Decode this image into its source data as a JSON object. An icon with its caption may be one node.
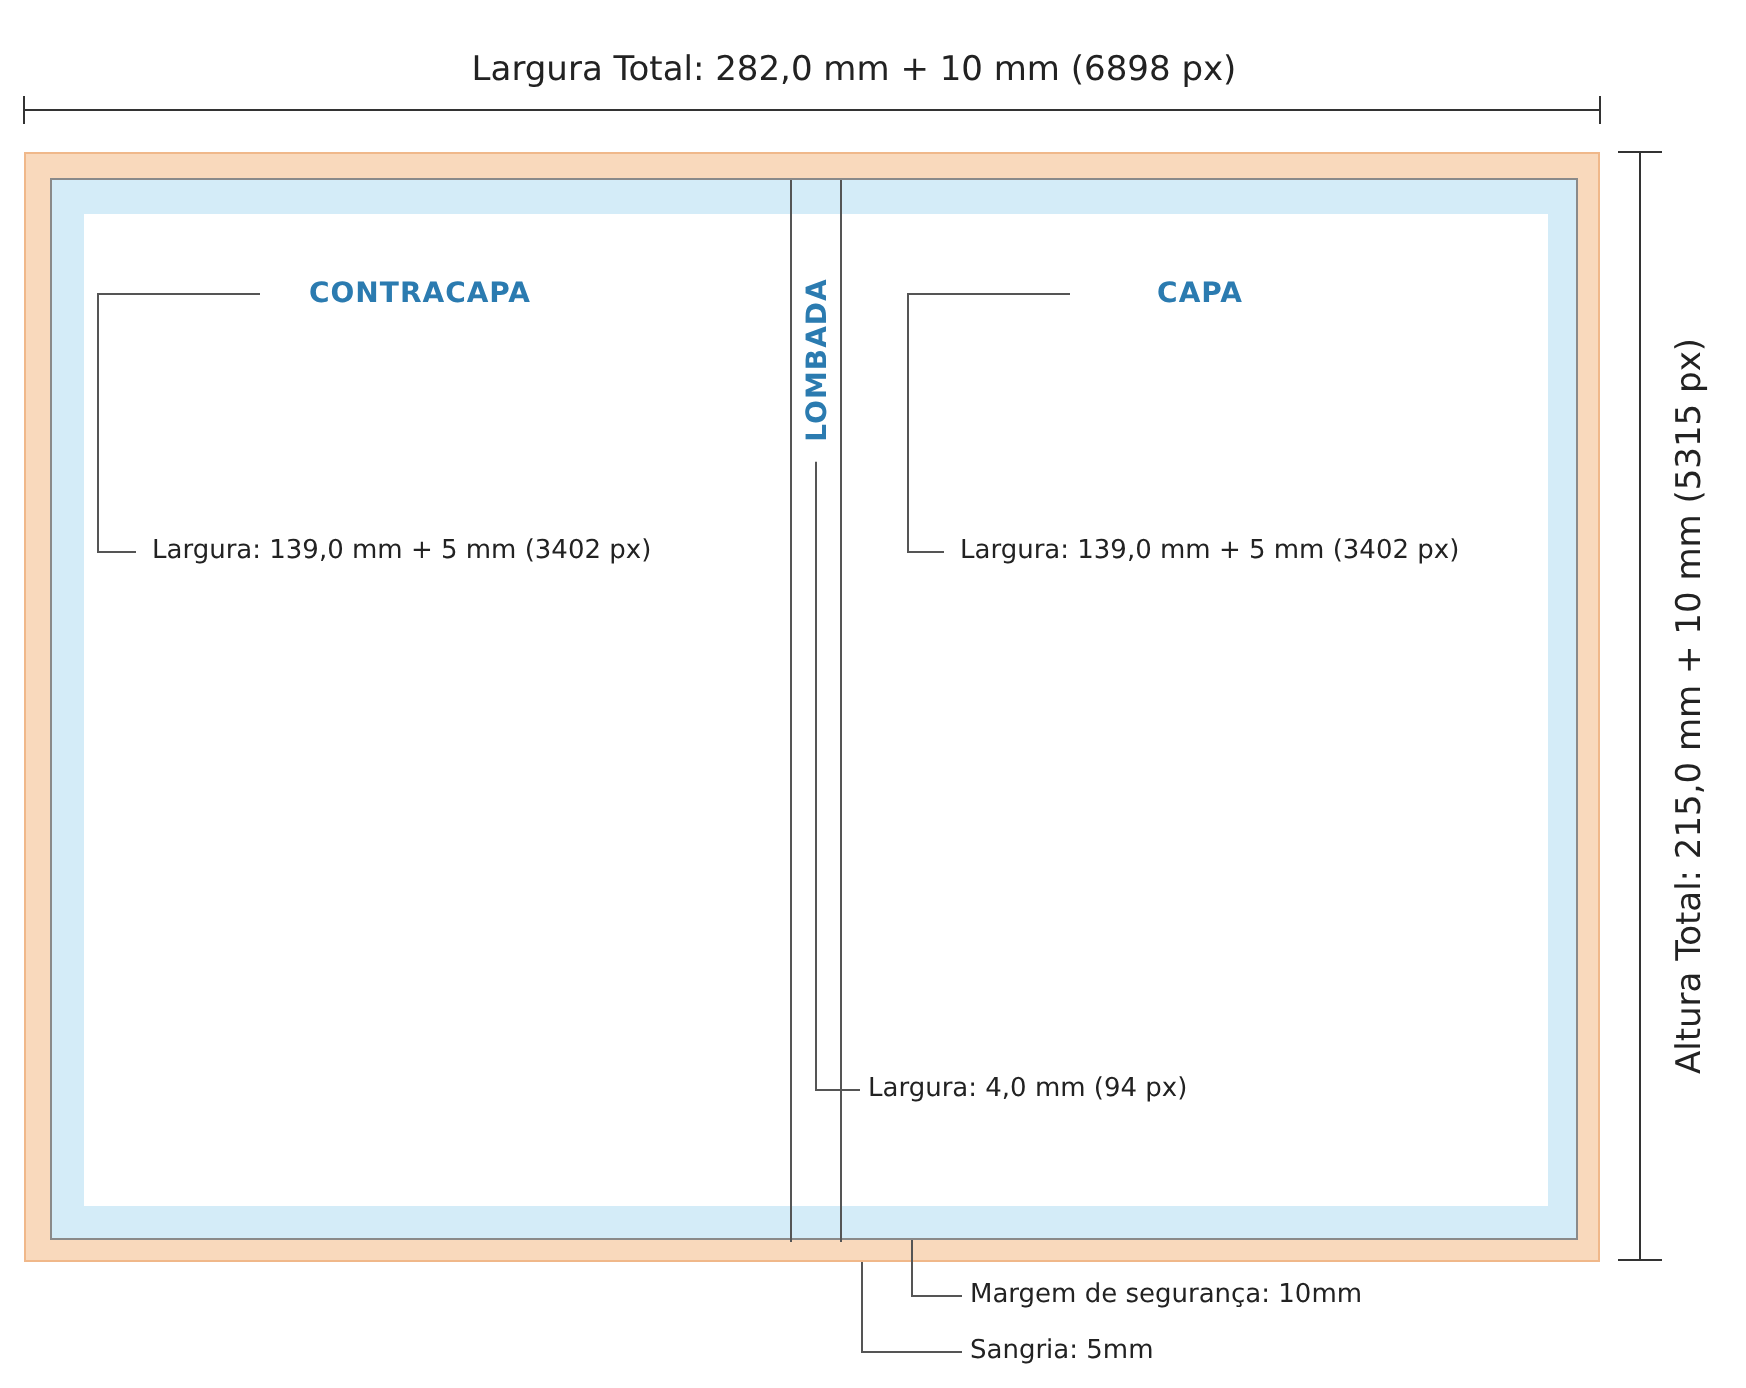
{
  "diagram": {
    "nodes": [
      {
        "text": [],
        "shape": "box"
      },
      {
        "text": [],
        "shape": "box",
        "in": 0
      },
      {
        "text": [
          "CONTRACAPA",
          "Largura: 139,0 mm + 5 mm (3402 px)"
        ],
        "in": 1
      },
      {
        "text": [
          "LOMBADA"
        ],
        "in": 1
      },
      {
        "text": [
          "CAPA",
          "Largura: 139,0 mm + 5 mm (3402 px)"
        ],
        "in": 1
      },
      {
        "text": [
          "Margem de segurança: 10mm"
        ]
      },
      {
        "text": [
          "Sangria: 5mm"
        ]
      },
      {
        "text": [
          "Largura: 4,0 mm (94 px)"
        ],
        "in": 4
      }
    ],
    "edges": [
      {
        "from": 5,
        "to": 1,
        "arrow": "none"
      },
      {
        "from": 6,
        "to": 0,
        "arrow": "none"
      },
      {
        "from": 7,
        "to": 3,
        "arrow": "none"
      }
    ],
    "labels": [
      "Largura Total: 282,0 mm + 10 mm (6898 px)",
      "Altura Total: 215,0 mm + 10 mm (5315 px)"
    ]
  }
}
